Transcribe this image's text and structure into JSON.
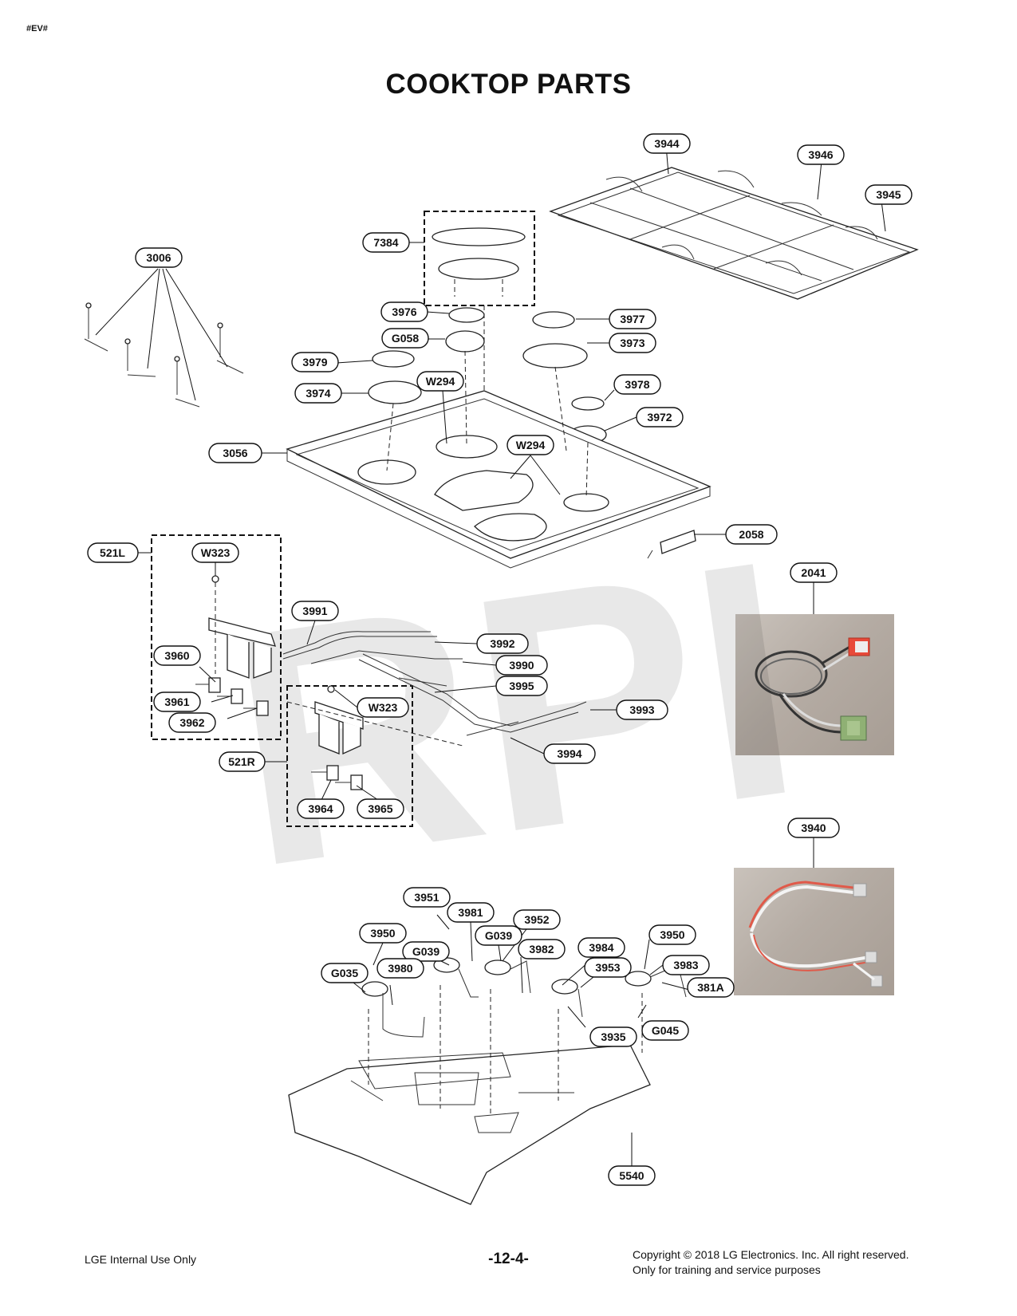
{
  "page_tag": "#EV#",
  "title": "COOKTOP PARTS",
  "watermark": "RPI",
  "callouts": {
    "c3944": "3944",
    "c3946": "3946",
    "c3945": "3945",
    "c7384": "7384",
    "c3006": "3006",
    "c3976": "3976",
    "cG058": "G058",
    "c3977": "3977",
    "c3973": "3973",
    "c3979": "3979",
    "c3974": "3974",
    "cW294a": "W294",
    "c3978": "3978",
    "c3972": "3972",
    "c3056": "3056",
    "cW294b": "W294",
    "c2058": "2058",
    "c2041": "2041",
    "c521L": "521L",
    "cW323a": "W323",
    "c3991": "3991",
    "c3992": "3992",
    "c3960": "3960",
    "c3990": "3990",
    "c3995": "3995",
    "c3961": "3961",
    "cW323b": "W323",
    "c3993": "3993",
    "c3962": "3962",
    "c521R": "521R",
    "c3994": "3994",
    "c3964": "3964",
    "c3965": "3965",
    "c3940": "3940",
    "c3951": "3951",
    "c3981": "3981",
    "c3952": "3952",
    "c3950a": "3950",
    "cG039a": "G039",
    "cG039b": "G039",
    "c3982": "3982",
    "c3984": "3984",
    "c3950b": "3950",
    "cG035": "G035",
    "c3980": "3980",
    "c3953": "3953",
    "c3983": "3983",
    "c381A": "381A",
    "c3935": "3935",
    "cG045": "G045",
    "c5540": "5540"
  },
  "footer": {
    "left": "LGE Internal Use Only",
    "center": "-12-4-",
    "right_line1": "Copyright © 2018 LG Electronics. Inc. All right reserved.",
    "right_line2": "Only for training and service purposes"
  }
}
